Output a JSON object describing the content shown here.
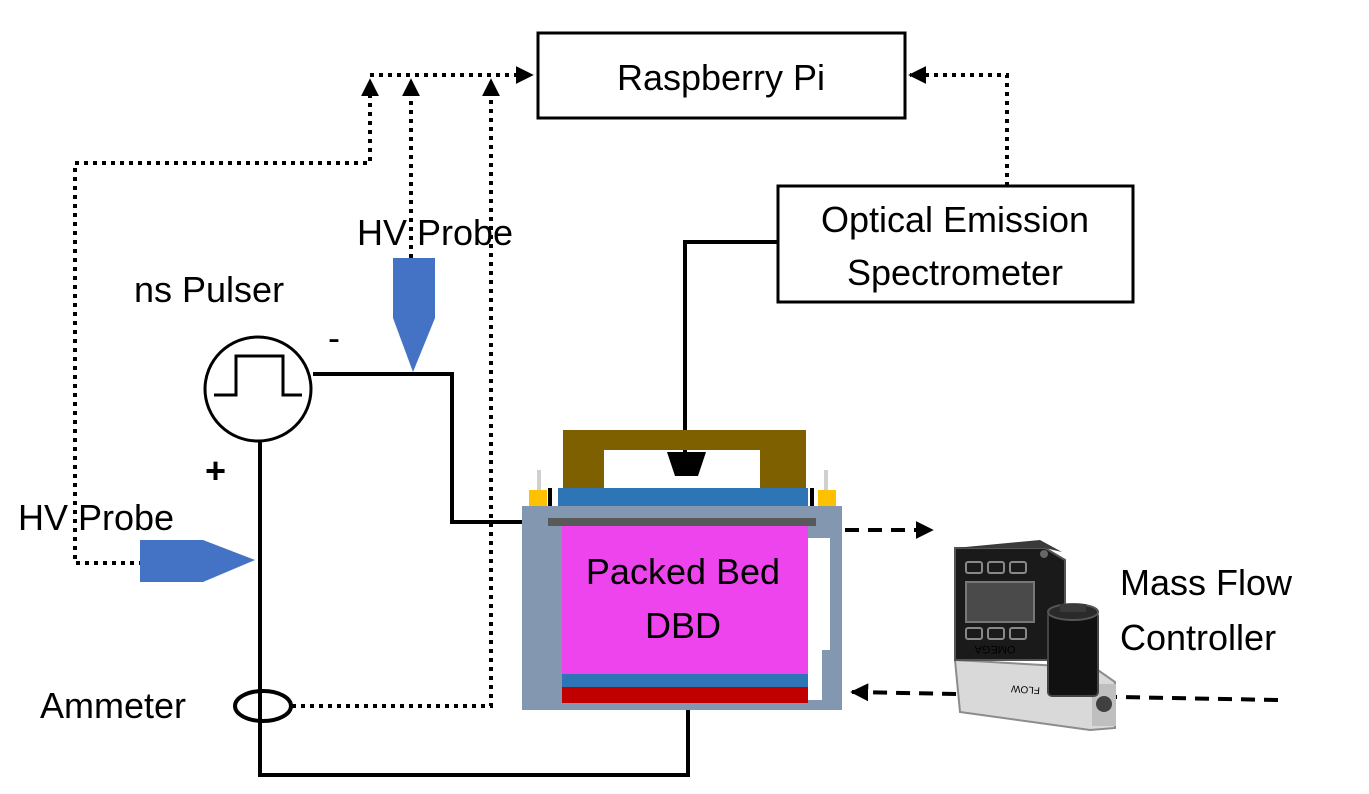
{
  "labels": {
    "raspberry_pi": "Raspberry Pi",
    "oes_line1": "Optical Emission",
    "oes_line2": "Spectrometer",
    "hv_probe_top": "HV Probe",
    "hv_probe_left": "HV Probe",
    "ns_pulser": "ns Pulser",
    "minus": "-",
    "plus": "+",
    "ammeter": "Ammeter",
    "reactor_line1": "Packed Bed",
    "reactor_line2": "DBD",
    "mfc_line1": "Mass Flow",
    "mfc_line2": "Controller",
    "mfc_brand": "OMEGA",
    "mfc_flow": "FLOW"
  },
  "icons": {
    "pulser": "square-pulse-icon",
    "probe": "hv-probe-icon",
    "ammeter": "current-ring-icon",
    "mfc": "mass-flow-controller-icon"
  },
  "colors": {
    "probe": "#4472C4",
    "reactor_fill": "#EE44EE",
    "reactor_body": "#8497B0",
    "dielectric": "#2E75B6",
    "ground_electrode": "#C00000",
    "lid": "#7F6000",
    "terminal": "#FFC000"
  }
}
